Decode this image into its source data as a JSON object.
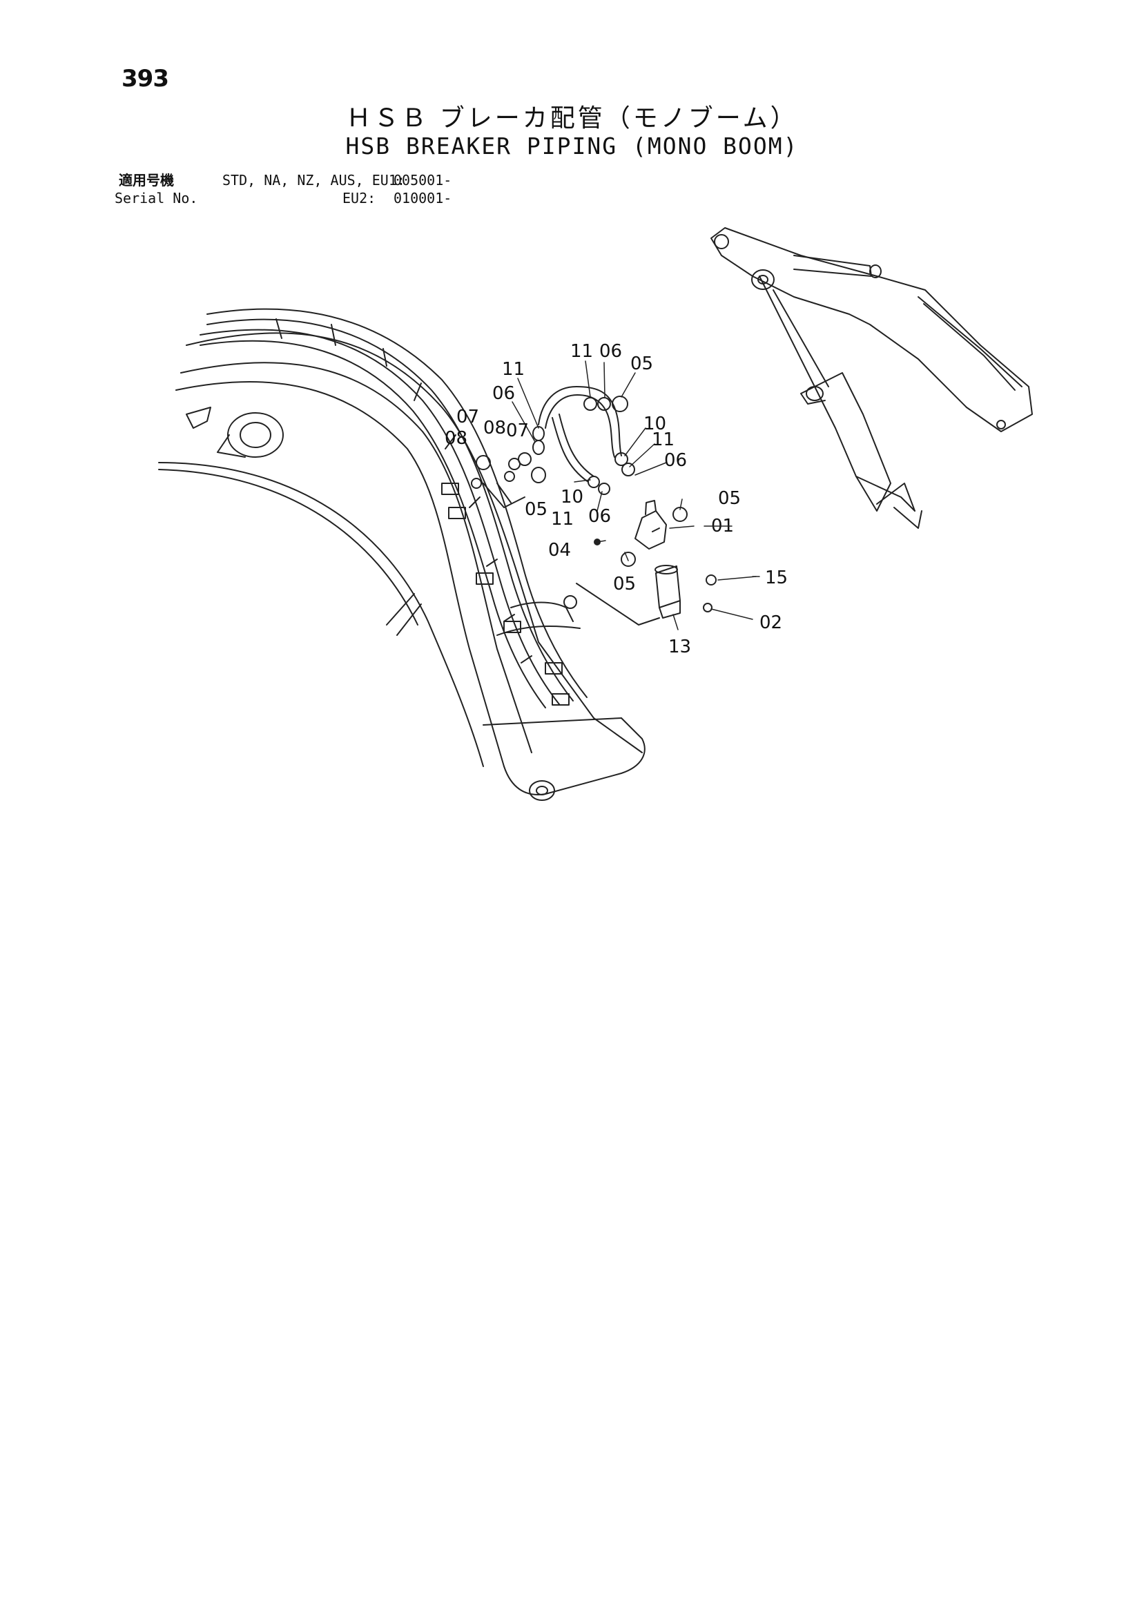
{
  "page": {
    "number": "393",
    "title_jp": "ＨＳＢ ブレーカ配管（モノブーム）",
    "title_en": "HSB BREAKER PIPING (MONO BOOM)"
  },
  "serial": {
    "label_jp": "適用号機",
    "label_en": "Serial No.",
    "models": "STD, NA, NZ, AUS, EU1:",
    "range1": "005001-",
    "code2": "EU2:",
    "range2": "010001-"
  },
  "callouts": [
    "11",
    "06",
    "05",
    "11",
    "06",
    "07",
    "08",
    "08",
    "07",
    "10",
    "11",
    "06",
    "05",
    "10",
    "11",
    "06",
    "05",
    "01",
    "04",
    "05",
    "15",
    "02",
    "13"
  ]
}
